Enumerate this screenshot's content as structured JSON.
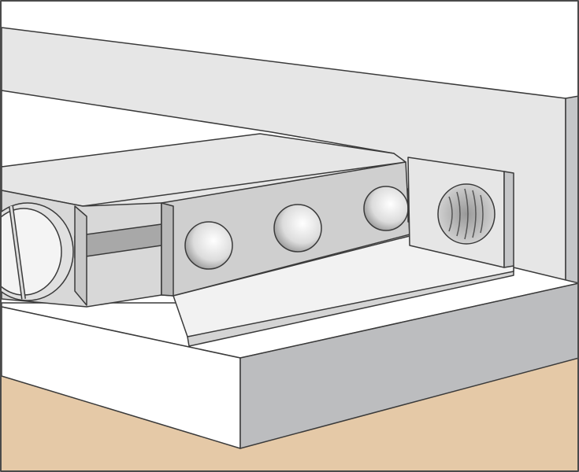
{
  "colors": {
    "outline": "#3a3a3a",
    "light_face": "#e6e6e6",
    "mid_face": "#cfcfcf",
    "dark_face": "#bcbdbf",
    "white_face": "#ffffff",
    "ground": "#e5c9a7",
    "frame": "#4a4a4a"
  },
  "icons": [
    "adjusting-screw",
    "gib-screw",
    "threaded-hole"
  ]
}
